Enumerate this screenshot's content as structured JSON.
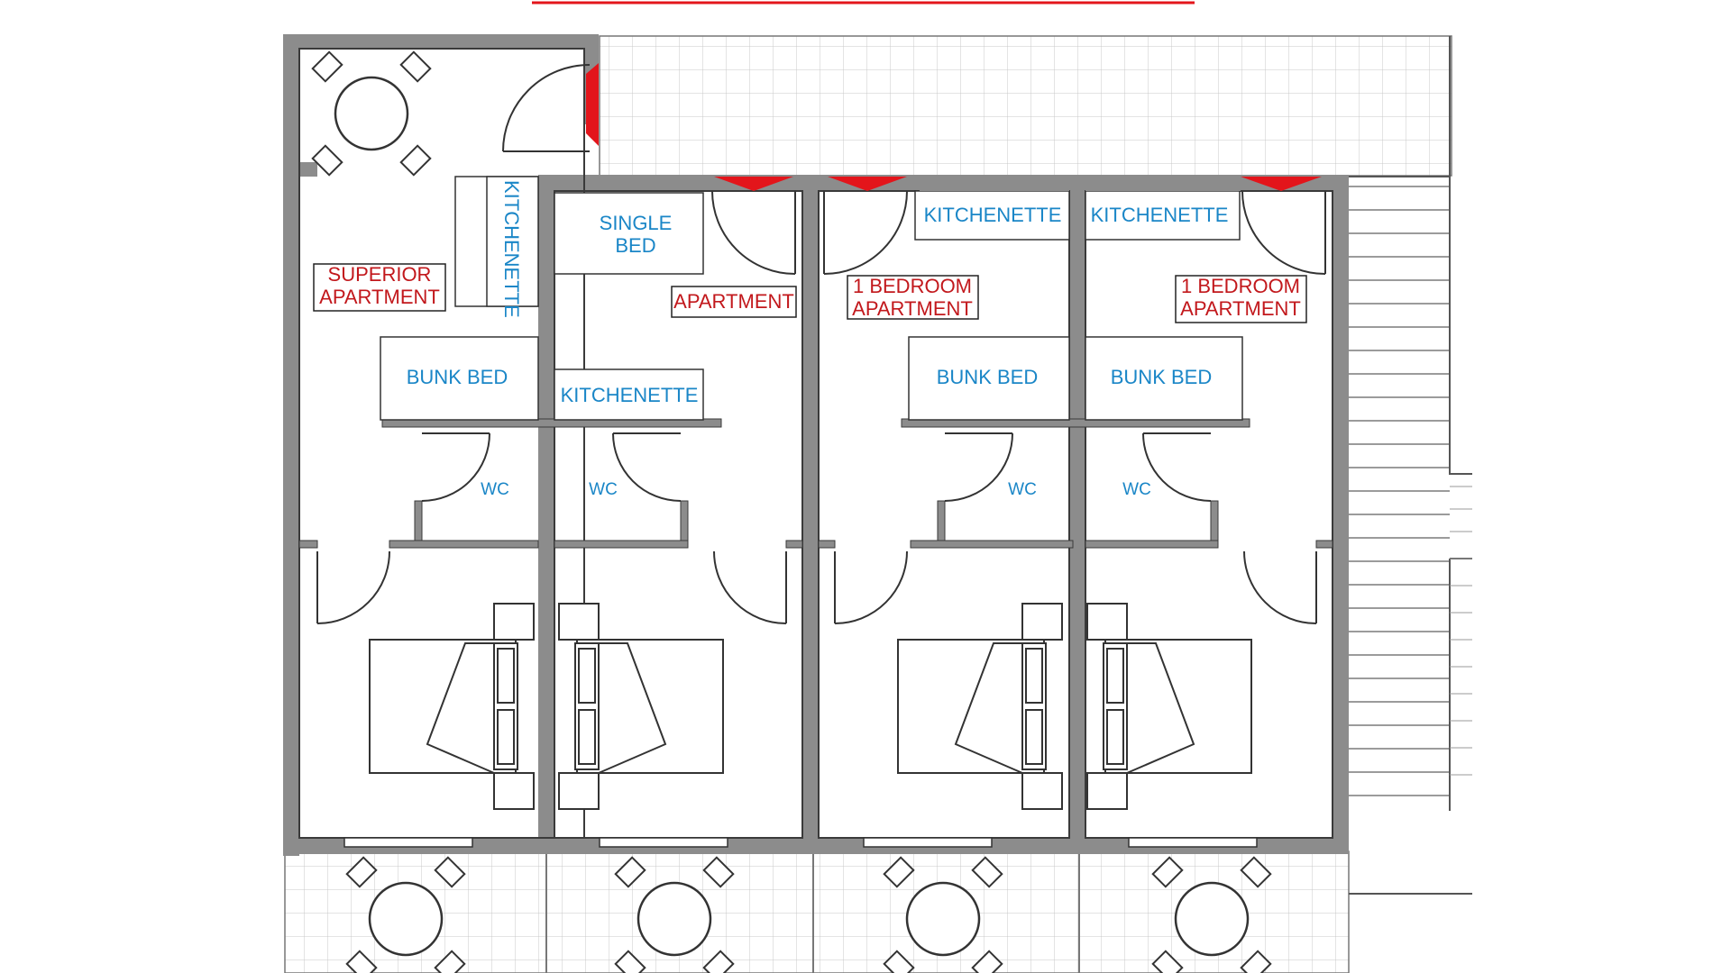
{
  "labels": {
    "superior_apartment": [
      "SUPERIOR",
      "APARTMENT"
    ],
    "apartment": "APARTMENT",
    "one_bedroom_a": [
      "1 BEDROOM",
      "APARTMENT"
    ],
    "one_bedroom_b": [
      "1 BEDROOM",
      "APARTMENT"
    ],
    "single_bed": [
      "SINGLE",
      "BED"
    ],
    "kitchenette_vertical": "KITCHENETTE",
    "kitchenette_2": "KITCHENETTE",
    "kitchenette_3": "KITCHENETTE",
    "kitchenette_4": "KITCHENETTE",
    "bunk_bed_1": "BUNK BED",
    "bunk_bed_2": "BUNK BED",
    "bunk_bed_3": "BUNK BED",
    "wc_1": "WC",
    "wc_2": "WC",
    "wc_3": "WC",
    "wc_4": "WC"
  },
  "colors": {
    "wall": "#8c8c8c",
    "line": "#3a3a3a",
    "tile": "#c9c9c9",
    "room_label": "#1a86c7",
    "apartment_label": "#c2181c",
    "entrance_marker": "#e3151b"
  }
}
